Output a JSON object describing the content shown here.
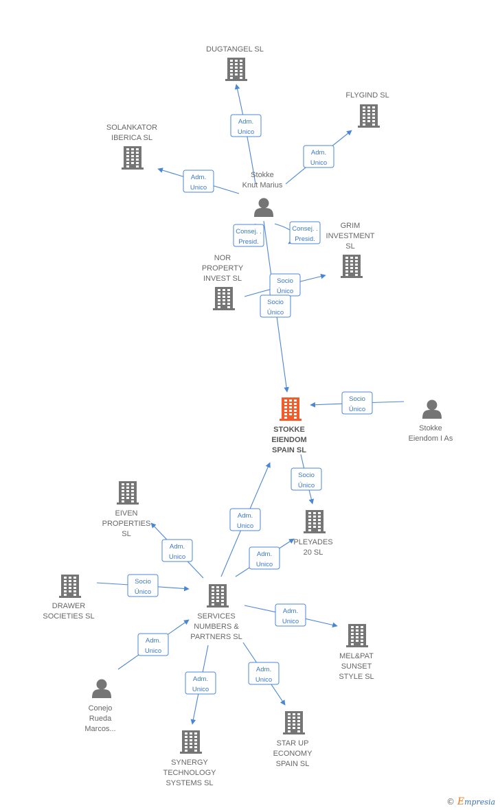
{
  "nodes": [
    {
      "id": "dugtangel",
      "type": "company",
      "label": [
        "DUGTANGEL SL"
      ]
    },
    {
      "id": "flygind",
      "type": "company",
      "label": [
        "FLYGIND SL"
      ]
    },
    {
      "id": "solankator",
      "type": "company",
      "label": [
        "SOLANKATOR",
        "IBERICA SL"
      ]
    },
    {
      "id": "knut",
      "type": "person",
      "label": [
        "Stokke",
        "Knut Marius"
      ]
    },
    {
      "id": "grim",
      "type": "company",
      "label": [
        "GRIM",
        "INVESTMENT",
        "SL"
      ]
    },
    {
      "id": "nor",
      "type": "company",
      "label": [
        "NOR",
        "PROPERTY",
        "INVEST  SL"
      ]
    },
    {
      "id": "stokke_eiendom",
      "type": "company",
      "focus": true,
      "label": [
        "STOKKE",
        "EIENDOM",
        "SPAIN  SL"
      ]
    },
    {
      "id": "eiendom_as",
      "type": "person",
      "label": [
        "Stokke",
        "Eiendom I As"
      ]
    },
    {
      "id": "eiven",
      "type": "company",
      "label": [
        "EIVEN",
        "PROPERTIES",
        "SL"
      ]
    },
    {
      "id": "pleyades",
      "type": "company",
      "label": [
        "PLEYADES",
        "20  SL"
      ]
    },
    {
      "id": "drawer",
      "type": "company",
      "label": [
        "DRAWER",
        "SOCIETIES  SL"
      ]
    },
    {
      "id": "services",
      "type": "company",
      "label": [
        "SERVICES",
        "NUMBERS &",
        "PARTNERS  SL"
      ]
    },
    {
      "id": "melpat",
      "type": "company",
      "label": [
        "MEL&PAT",
        "SUNSET",
        "STYLE  SL"
      ]
    },
    {
      "id": "conejo",
      "type": "person",
      "label": [
        "Conejo",
        "Rueda",
        "Marcos..."
      ]
    },
    {
      "id": "synergy",
      "type": "company",
      "label": [
        "SYNERGY",
        "TECHNOLOGY",
        "SYSTEMS  SL"
      ]
    },
    {
      "id": "starup",
      "type": "company",
      "label": [
        "STAR UP",
        "ECONOMY",
        "SPAIN  SL"
      ]
    }
  ],
  "edges": [
    {
      "from": "knut",
      "to": "dugtangel",
      "label": [
        "Adm.",
        "Unico"
      ]
    },
    {
      "from": "knut",
      "to": "flygind",
      "label": [
        "Adm.",
        "Unico"
      ]
    },
    {
      "from": "knut",
      "to": "solankator",
      "label": [
        "Adm.",
        "Unico"
      ]
    },
    {
      "from": "knut",
      "to": "nor",
      "label": [
        "Consej. .",
        "Presid."
      ]
    },
    {
      "from": "knut",
      "to": "grim",
      "label": [
        "Consej. .",
        "Presid."
      ]
    },
    {
      "from": "nor",
      "to": "grim",
      "label": [
        "Socio",
        "Único"
      ]
    },
    {
      "from": "knut",
      "to": "stokke_eiendom",
      "label": [
        "Socio",
        "Único"
      ]
    },
    {
      "from": "eiendom_as",
      "to": "stokke_eiendom",
      "label": [
        "Socio",
        "Único"
      ]
    },
    {
      "from": "stokke_eiendom",
      "to": "pleyades",
      "label": [
        "Socio",
        "Único"
      ]
    },
    {
      "from": "services",
      "to": "stokke_eiendom",
      "label": [
        "Adm.",
        "Unico"
      ]
    },
    {
      "from": "services",
      "to": "eiven",
      "label": [
        "Adm.",
        "Unico"
      ]
    },
    {
      "from": "services",
      "to": "pleyades",
      "label": [
        "Adm.",
        "Unico"
      ]
    },
    {
      "from": "drawer",
      "to": "services",
      "label": [
        "Socio",
        "Único"
      ]
    },
    {
      "from": "services",
      "to": "melpat",
      "label": [
        "Adm.",
        "Unico"
      ]
    },
    {
      "from": "conejo",
      "to": "services",
      "label": [
        "Adm.",
        "Unico"
      ]
    },
    {
      "from": "services",
      "to": "synergy",
      "label": [
        "Adm.",
        "Unico"
      ]
    },
    {
      "from": "services",
      "to": "starup",
      "label": [
        "Adm.",
        "Unico"
      ]
    }
  ],
  "colors": {
    "company": "#757575",
    "focus": "#f25c2a",
    "person": "#757575",
    "edge": "#4a86d6"
  },
  "footer": {
    "symbol": "©",
    "brand_initial": "E",
    "brand_rest": "mpresia"
  }
}
